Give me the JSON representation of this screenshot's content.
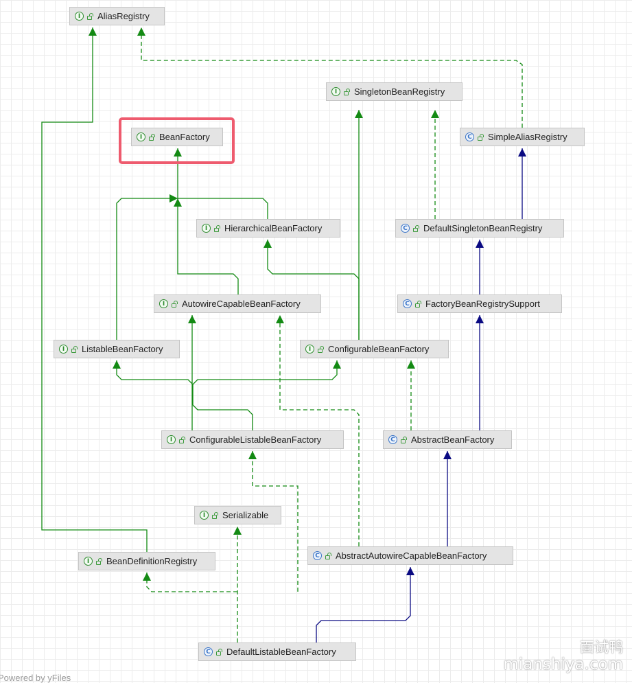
{
  "diagram": {
    "nodes": [
      {
        "id": "alias-registry",
        "kind": "I",
        "label": "AliasRegistry"
      },
      {
        "id": "singleton-bean-registry",
        "kind": "I",
        "label": "SingletonBeanRegistry"
      },
      {
        "id": "bean-factory",
        "kind": "I",
        "label": "BeanFactory"
      },
      {
        "id": "simple-alias-registry",
        "kind": "C",
        "label": "SimpleAliasRegistry"
      },
      {
        "id": "hierarchical-bean-factory",
        "kind": "I",
        "label": "HierarchicalBeanFactory"
      },
      {
        "id": "default-singleton-bean-registry",
        "kind": "C",
        "label": "DefaultSingletonBeanRegistry"
      },
      {
        "id": "autowire-capable-bean-factory",
        "kind": "I",
        "label": "AutowireCapableBeanFactory"
      },
      {
        "id": "factory-bean-registry-support",
        "kind": "C",
        "label": "FactoryBeanRegistrySupport"
      },
      {
        "id": "listable-bean-factory",
        "kind": "I",
        "label": "ListableBeanFactory"
      },
      {
        "id": "configurable-bean-factory",
        "kind": "I",
        "label": "ConfigurableBeanFactory"
      },
      {
        "id": "configurable-listable-bean-factory",
        "kind": "I",
        "label": "ConfigurableListableBeanFactory"
      },
      {
        "id": "abstract-bean-factory",
        "kind": "C",
        "label": "AbstractBeanFactory"
      },
      {
        "id": "serializable",
        "kind": "I",
        "label": "Serializable"
      },
      {
        "id": "bean-definition-registry",
        "kind": "I",
        "label": "BeanDefinitionRegistry"
      },
      {
        "id": "abstract-autowire-capable-bean-factory",
        "kind": "C",
        "label": "AbstractAutowireCapableBeanFactory"
      },
      {
        "id": "default-listable-bean-factory",
        "kind": "C",
        "label": "DefaultListableBeanFactory"
      }
    ],
    "edges": [
      {
        "from": "bean-definition-registry",
        "to": "alias-registry",
        "type": "extends"
      },
      {
        "from": "simple-alias-registry",
        "to": "alias-registry",
        "type": "implements"
      },
      {
        "from": "default-singleton-bean-registry",
        "to": "singleton-bean-registry",
        "type": "implements"
      },
      {
        "from": "configurable-bean-factory",
        "to": "singleton-bean-registry",
        "type": "extends"
      },
      {
        "from": "hierarchical-bean-factory",
        "to": "bean-factory",
        "type": "extends"
      },
      {
        "from": "listable-bean-factory",
        "to": "bean-factory",
        "type": "extends"
      },
      {
        "from": "autowire-capable-bean-factory",
        "to": "bean-factory",
        "type": "extends"
      },
      {
        "from": "default-singleton-bean-registry",
        "to": "simple-alias-registry",
        "type": "class-extends"
      },
      {
        "from": "configurable-bean-factory",
        "to": "hierarchical-bean-factory",
        "type": "extends"
      },
      {
        "from": "factory-bean-registry-support",
        "to": "default-singleton-bean-registry",
        "type": "class-extends"
      },
      {
        "from": "configurable-listable-bean-factory",
        "to": "autowire-capable-bean-factory",
        "type": "extends"
      },
      {
        "from": "abstract-autowire-capable-bean-factory",
        "to": "autowire-capable-bean-factory",
        "type": "implements"
      },
      {
        "from": "abstract-bean-factory",
        "to": "factory-bean-registry-support",
        "type": "class-extends"
      },
      {
        "from": "configurable-listable-bean-factory",
        "to": "listable-bean-factory",
        "type": "extends"
      },
      {
        "from": "configurable-listable-bean-factory",
        "to": "configurable-bean-factory",
        "type": "extends"
      },
      {
        "from": "abstract-bean-factory",
        "to": "configurable-bean-factory",
        "type": "implements"
      },
      {
        "from": "default-listable-bean-factory",
        "to": "configurable-listable-bean-factory",
        "type": "implements"
      },
      {
        "from": "abstract-autowire-capable-bean-factory",
        "to": "abstract-bean-factory",
        "type": "class-extends"
      },
      {
        "from": "default-listable-bean-factory",
        "to": "serializable",
        "type": "implements"
      },
      {
        "from": "default-listable-bean-factory",
        "to": "bean-definition-registry",
        "type": "implements"
      },
      {
        "from": "default-listable-bean-factory",
        "to": "abstract-autowire-capable-bean-factory",
        "type": "class-extends"
      }
    ],
    "highlighted": "bean-factory",
    "colors": {
      "interface_edge": "#138a13",
      "class_edge": "#0a0a82",
      "highlight": "#ee5b6e",
      "node_fill": "#e4e4e4"
    }
  },
  "watermark": {
    "line1": "面试鸭",
    "line2": "mianshiya.com"
  },
  "footer": {
    "text": "Powered by yFiles"
  }
}
